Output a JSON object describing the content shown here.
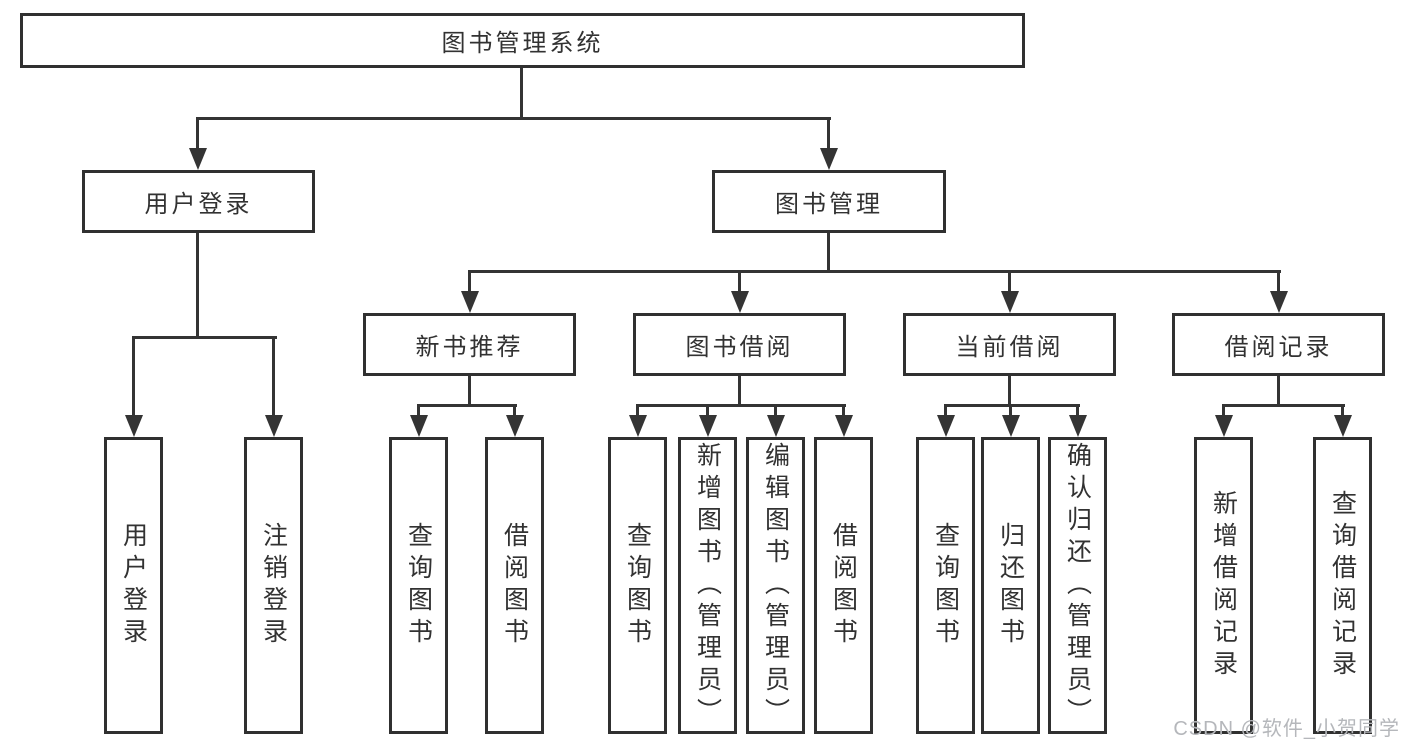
{
  "watermark": "CSDN @软件_小贺同学",
  "colors": {
    "line": "#343434",
    "box_border": "#303030",
    "text": "#323232",
    "background": "#ffffff",
    "watermark": "#b5b7bb"
  },
  "tree": {
    "label": "图书管理系统",
    "children": [
      {
        "label": "用户登录",
        "children": [
          {
            "label": "用户登录"
          },
          {
            "label": "注销登录"
          }
        ]
      },
      {
        "label": "图书管理",
        "children": [
          {
            "label": "新书推荐",
            "children": [
              {
                "label": "查询图书"
              },
              {
                "label": "借阅图书"
              }
            ]
          },
          {
            "label": "图书借阅",
            "children": [
              {
                "label": "查询图书"
              },
              {
                "label": "新增图书（管理员）"
              },
              {
                "label": "编辑图书（管理员）"
              },
              {
                "label": "借阅图书"
              }
            ]
          },
          {
            "label": "当前借阅",
            "children": [
              {
                "label": "查询图书"
              },
              {
                "label": "归还图书"
              },
              {
                "label": "确认归还（管理员）"
              }
            ]
          },
          {
            "label": "借阅记录",
            "children": [
              {
                "label": "新增借阅记录"
              },
              {
                "label": "查询借阅记录"
              }
            ]
          }
        ]
      }
    ]
  }
}
